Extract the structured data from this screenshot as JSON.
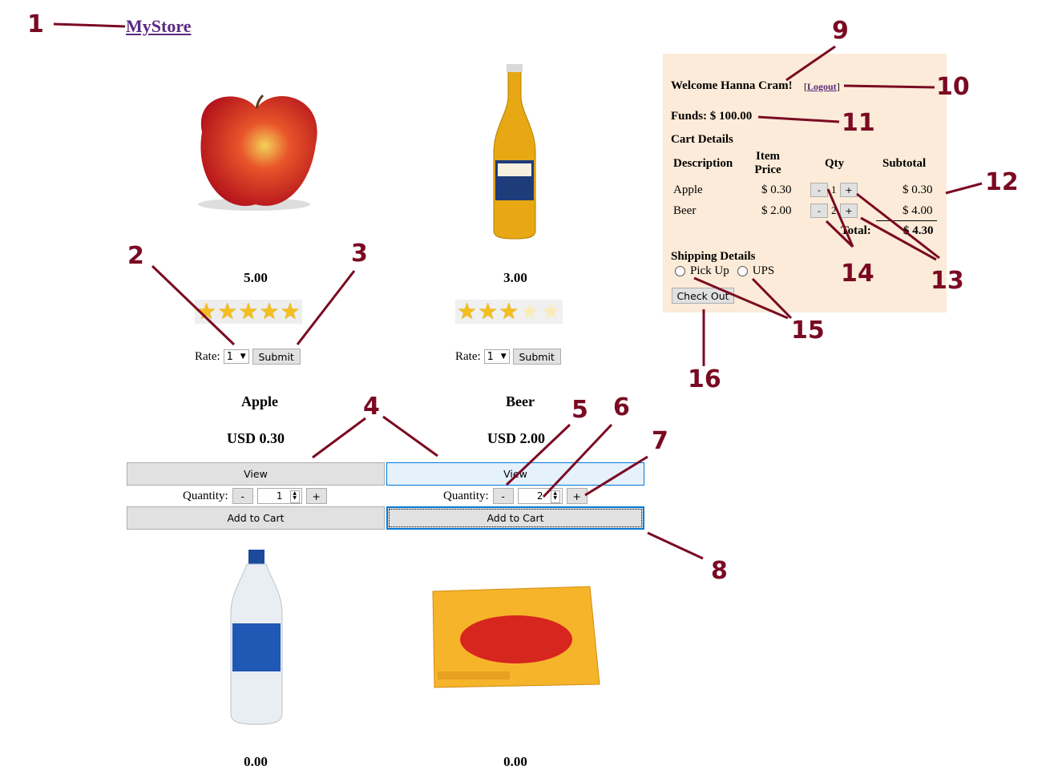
{
  "header": {
    "store_link": "MyStore"
  },
  "products": [
    {
      "name": "Apple",
      "price": "USD 0.30",
      "rating": "5.00",
      "stars_filled": 5,
      "rate_label": "Rate:",
      "rate_value": "1",
      "submit_label": "Submit",
      "view_label": "View",
      "qty_label": "Quantity:",
      "qty_value": "1",
      "minus": "-",
      "plus": "+",
      "add_label": "Add to Cart"
    },
    {
      "name": "Beer",
      "price": "USD 2.00",
      "rating": "3.00",
      "stars_filled": 3,
      "rate_label": "Rate:",
      "rate_value": "1",
      "submit_label": "Submit",
      "view_label": "View",
      "qty_label": "Quantity:",
      "qty_value": "2",
      "minus": "-",
      "plus": "+",
      "add_label": "Add to Cart"
    },
    {
      "rating": "0.00"
    },
    {
      "rating": "0.00"
    }
  ],
  "cart": {
    "welcome": "Welcome Hanna Cram!",
    "logout": "Logout",
    "funds": "Funds: $ 100.00",
    "title": "Cart Details",
    "columns": [
      "Description",
      "Item Price",
      "Qty",
      "Subtotal"
    ],
    "rows": [
      {
        "desc": "Apple",
        "price": "$ 0.30",
        "qty": "1",
        "subtotal": "$ 0.30"
      },
      {
        "desc": "Beer",
        "price": "$ 2.00",
        "qty": "2",
        "subtotal": "$ 4.00"
      }
    ],
    "total_label": "Total:",
    "total_value": "$ 4.30",
    "shipping_title": "Shipping Details",
    "ship_options": [
      "Pick Up",
      "UPS"
    ],
    "checkout": "Check Out"
  },
  "annotations": [
    "1",
    "2",
    "3",
    "4",
    "5",
    "6",
    "7",
    "8",
    "9",
    "10",
    "11",
    "12",
    "13",
    "14",
    "15",
    "16"
  ],
  "colors": {
    "annotation": "#7a0a22",
    "panel": "#fbebd8",
    "link": "#5a2a82",
    "star": "#f3be1e"
  }
}
